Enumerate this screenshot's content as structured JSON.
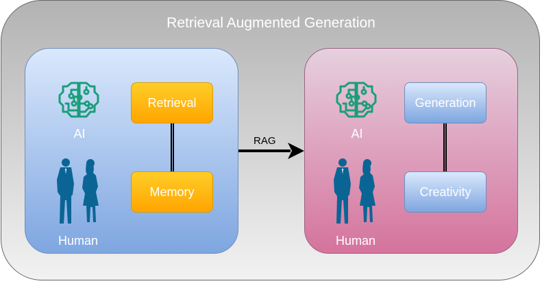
{
  "title": "Retrieval Augmented Generation",
  "colors": {
    "ai_icon": "#1a9e78",
    "people": "#0a6595",
    "left_panel_border": "#6c8ebf",
    "right_panel_border": "#996185",
    "orange_box_border": "#d79b00"
  },
  "left_panel": {
    "ai_label": "AI",
    "ai_icon": "brain-circuit-icon",
    "human_label": "Human",
    "human_icon": "business-people-icon",
    "boxes": [
      "Retrieval",
      "Memory"
    ]
  },
  "connector": {
    "label": "RAG"
  },
  "right_panel": {
    "ai_label": "AI",
    "ai_icon": "brain-circuit-icon",
    "human_label": "Human",
    "human_icon": "business-people-icon",
    "boxes": [
      "Generation",
      "Creativity"
    ]
  }
}
